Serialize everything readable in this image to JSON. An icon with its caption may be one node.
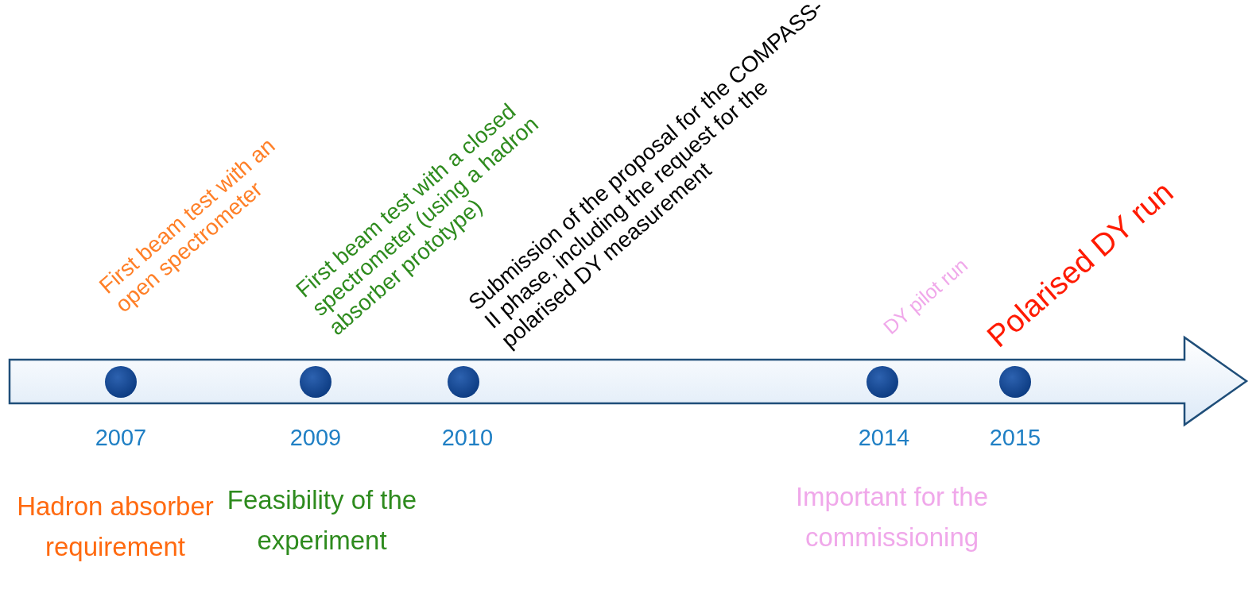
{
  "diagram": {
    "labels": [
      "First beam test with an open spectrometer",
      "First beam test with a closed spectrometer (using a hadron absorber prototype)",
      "Submission of the proposal for the COMPASS-II phase, including the request for the polarised DY measurement",
      "DY pilot run",
      "Polarised DY run",
      "2007",
      "2009",
      "2010",
      "2014",
      "2015",
      "Hadron absorber requirement",
      "Feasibility of the experiment",
      "Important for the commissioning"
    ]
  }
}
